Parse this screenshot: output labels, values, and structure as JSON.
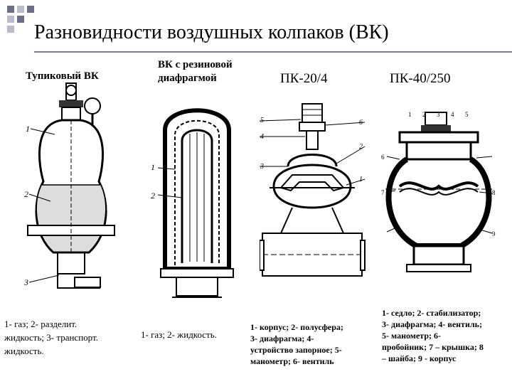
{
  "title": "Разновидности воздушных колпаков (ВК)",
  "accent_dark": "#6d6e8a",
  "accent_light": "#b9bccd",
  "figures": [
    {
      "heading": "Тупиковый ВК",
      "callouts": [
        "1",
        "2",
        "3"
      ],
      "caption_lines": [
        "1- газ; 2- разделит.",
        "жидкость; 3- транспорт.",
        "жидкость."
      ]
    },
    {
      "heading_lines": [
        "ВК с резиновой",
        "диафрагмой"
      ],
      "callouts": [
        "1",
        "2"
      ],
      "caption_lines": [
        "1- газ; 2- жидкость."
      ]
    },
    {
      "heading": "ПК-20/4",
      "callouts": [
        "1",
        "2",
        "3",
        "4",
        "5",
        "6"
      ],
      "caption_lines": [
        "1- корпус; 2- полусфера;",
        "3- диафрагма; 4-",
        "устройство запорное; 5-",
        "манометр; 6- вентиль"
      ]
    },
    {
      "heading": "ПК-40/250",
      "callouts": [
        "1",
        "2",
        "3",
        "4",
        "5",
        "6",
        "7",
        "8",
        "9"
      ],
      "caption_lines": [
        "1- седло; 2- стабилизатор;",
        "3- диафрагма; 4- вентиль;",
        "5- манометр; 6-",
        "пробойник; 7 – крышка; 8",
        "– шайба; 9 - корпус"
      ]
    }
  ]
}
